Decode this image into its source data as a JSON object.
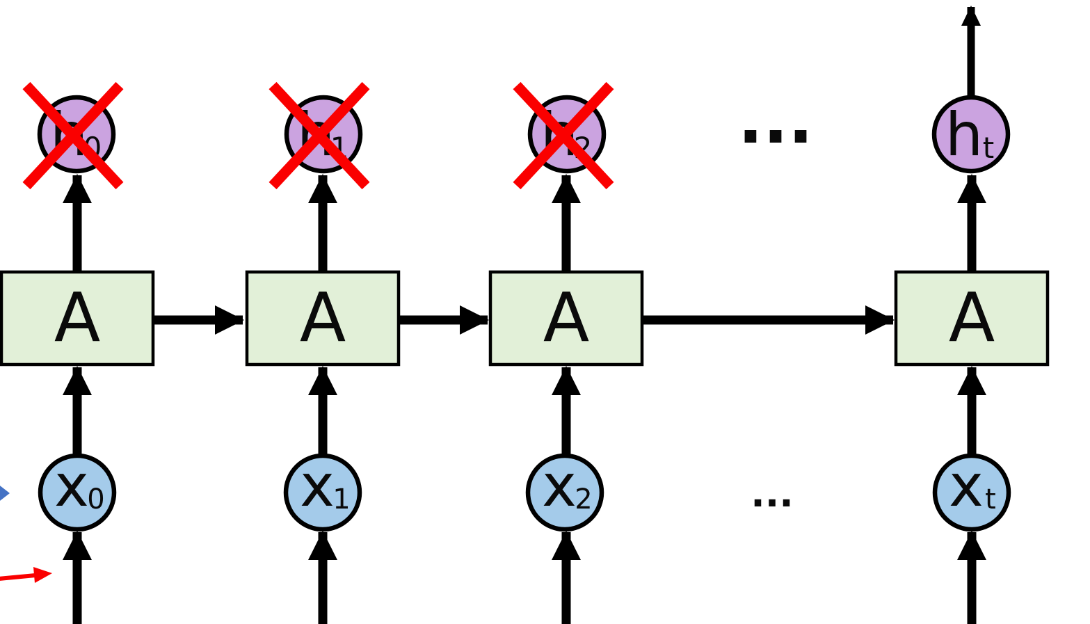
{
  "diagram_type": "unrolled-recurrent-network",
  "colors": {
    "cell_fill": "#E2F0D8",
    "cell_border": "#000000",
    "input_fill": "#A4CBEA",
    "output_fill": "#CBA3E0",
    "node_border": "#000000",
    "arrow": "#000000",
    "cross_out": "#FA0000",
    "blue_pointer": "#4472C4",
    "red_pointer": "#FA0000"
  },
  "cells": [
    {
      "label": "A"
    },
    {
      "label": "A"
    },
    {
      "label": "A"
    },
    {
      "label": "A"
    }
  ],
  "outputs": [
    {
      "base": "h",
      "sub": "0",
      "crossed_out": true
    },
    {
      "base": "h",
      "sub": "1",
      "crossed_out": true
    },
    {
      "base": "h",
      "sub": "2",
      "crossed_out": true
    },
    {
      "base": "h",
      "sub": "t",
      "crossed_out": false
    }
  ],
  "inputs": [
    {
      "base": "x",
      "sub": "0"
    },
    {
      "base": "x",
      "sub": "1"
    },
    {
      "base": "x",
      "sub": "2"
    },
    {
      "base": "x",
      "sub": "t"
    }
  ],
  "ellipsis": {
    "output_row": "...",
    "input_row": "..."
  },
  "icons": {
    "blue_pointer": "right-pointing-triangle-arrowhead",
    "red_pointer": "right-pointing-thin-arrow",
    "cross_out": "red-x-mark"
  }
}
